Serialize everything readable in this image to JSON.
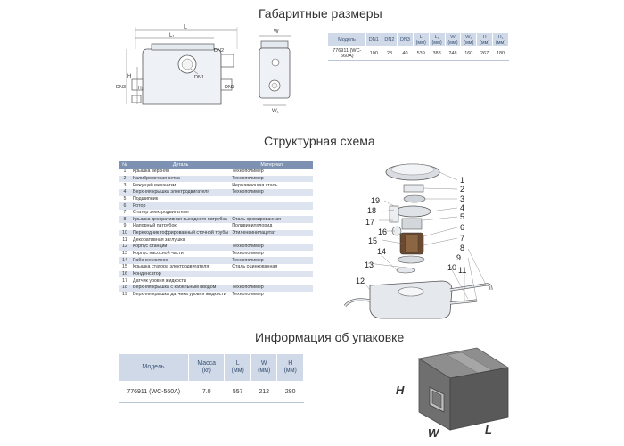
{
  "sections": {
    "dimensions_title": "Габаритные размеры",
    "scheme_title": "Структурная схема",
    "packing_title": "Информация об упаковке"
  },
  "drawing_labels": {
    "L": "L",
    "L1": "L₁",
    "H": "H",
    "H1": "H₁",
    "W": "W",
    "W1": "W₁",
    "DN1": "DN1",
    "DN2": "DN2",
    "DN3": "DN3"
  },
  "dimensions_table": {
    "headers": [
      {
        "line1": "Модель",
        "line2": ""
      },
      {
        "line1": "DN1",
        "line2": ""
      },
      {
        "line1": "DN2",
        "line2": ""
      },
      {
        "line1": "DN3",
        "line2": ""
      },
      {
        "line1": "L",
        "line2": "(мм)"
      },
      {
        "line1": "L₁",
        "line2": "(мм)"
      },
      {
        "line1": "W",
        "line2": "(мм)"
      },
      {
        "line1": "W₁",
        "line2": "(мм)"
      },
      {
        "line1": "H",
        "line2": "(мм)"
      },
      {
        "line1": "H₁",
        "line2": "(мм)"
      }
    ],
    "row": [
      "776911 (WC-560A)",
      "100",
      "28",
      "40",
      "539",
      "388",
      "248",
      "160",
      "267",
      "180"
    ]
  },
  "parts_table": {
    "headers": [
      "№",
      "Деталь",
      "Материал"
    ],
    "rows": [
      {
        "num": "1",
        "name": "Крышка верхняя",
        "material": "Технополимер"
      },
      {
        "num": "2",
        "name": "Калибровочная сетка",
        "material": "Технополимер"
      },
      {
        "num": "3",
        "name": "Режущий механизм",
        "material": "Нержавеющая сталь"
      },
      {
        "num": "4",
        "name": "Верхняя крышка электродвигателя",
        "material": "Технополимер"
      },
      {
        "num": "5",
        "name": "Подшипник",
        "material": ""
      },
      {
        "num": "6",
        "name": "Ротор",
        "material": ""
      },
      {
        "num": "7",
        "name": "Статор электродвигателя",
        "material": ""
      },
      {
        "num": "8",
        "name": "Крышка декоративная выходного патрубка",
        "material": "Сталь хромированная"
      },
      {
        "num": "9",
        "name": "Напорный патрубок",
        "material": "Поливинилхлорид"
      },
      {
        "num": "10",
        "name": "Переходник гофрированный сточной трубы",
        "material": "Этиленвинилацетат"
      },
      {
        "num": "11",
        "name": "Декоративная заглушка",
        "material": ""
      },
      {
        "num": "12",
        "name": "Корпус станции",
        "material": "Технополимер"
      },
      {
        "num": "13",
        "name": "Корпус насосной части",
        "material": "Технополимер"
      },
      {
        "num": "14",
        "name": "Рабочее колесо",
        "material": "Технополимер"
      },
      {
        "num": "15",
        "name": "Крышка статора электродвигателя",
        "material": "Сталь оцинкованная"
      },
      {
        "num": "16",
        "name": "Конденсатор",
        "material": ""
      },
      {
        "num": "17",
        "name": "Датчик уровня жидкости",
        "material": ""
      },
      {
        "num": "18",
        "name": "Верхняя крышка с кабельным вводом",
        "material": "Технополимер"
      },
      {
        "num": "19",
        "name": "Верхняя крышка датчика уровня жидкости",
        "material": "Технополимер"
      }
    ]
  },
  "callouts": [
    "1",
    "2",
    "3",
    "4",
    "5",
    "6",
    "7",
    "8",
    "9",
    "10",
    "11",
    "12",
    "13",
    "14",
    "15",
    "16",
    "17",
    "18",
    "19"
  ],
  "packing_table": {
    "headers": [
      {
        "line1": "Модель",
        "line2": ""
      },
      {
        "line1": "Масса",
        "line2": "(кг)"
      },
      {
        "line1": "L",
        "line2": "(мм)"
      },
      {
        "line1": "W",
        "line2": "(мм)"
      },
      {
        "line1": "H",
        "line2": "(мм)"
      }
    ],
    "row": [
      "776911 (WC-560A)",
      "7.0",
      "557",
      "212",
      "280"
    ]
  },
  "box_labels": {
    "H": "H",
    "W": "W",
    "L": "L"
  },
  "colors": {
    "header_light": "#cfd9e8",
    "header_dark": "#7d92b2",
    "row_stripe": "#dde4ef",
    "accent_text": "#3b5273"
  }
}
